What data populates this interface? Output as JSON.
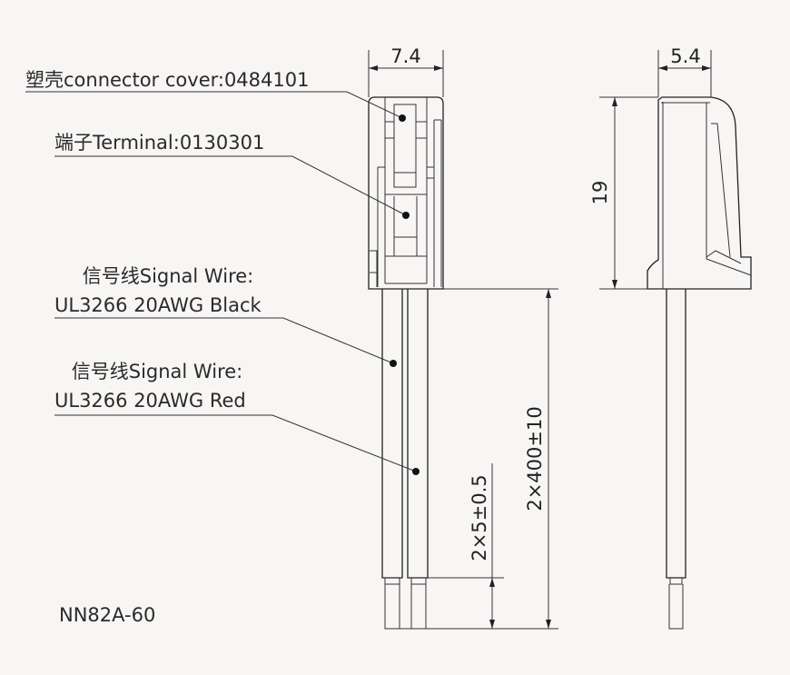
{
  "labels": {
    "cover": "塑壳connector cover:0484101",
    "terminal": "端子Terminal:0130301",
    "wire_black_1": "信号线Signal Wire:",
    "wire_black_2": "UL3266 20AWG Black",
    "wire_red_1": "信号线Signal Wire:",
    "wire_red_2": "UL3266 20AWG Red",
    "part_number": "NN82A-60"
  },
  "dimensions": {
    "front_width": "7.4",
    "side_width": "5.4",
    "height": "19",
    "wire_length": "2×400±10",
    "strip_length": "2×5±0.5"
  }
}
